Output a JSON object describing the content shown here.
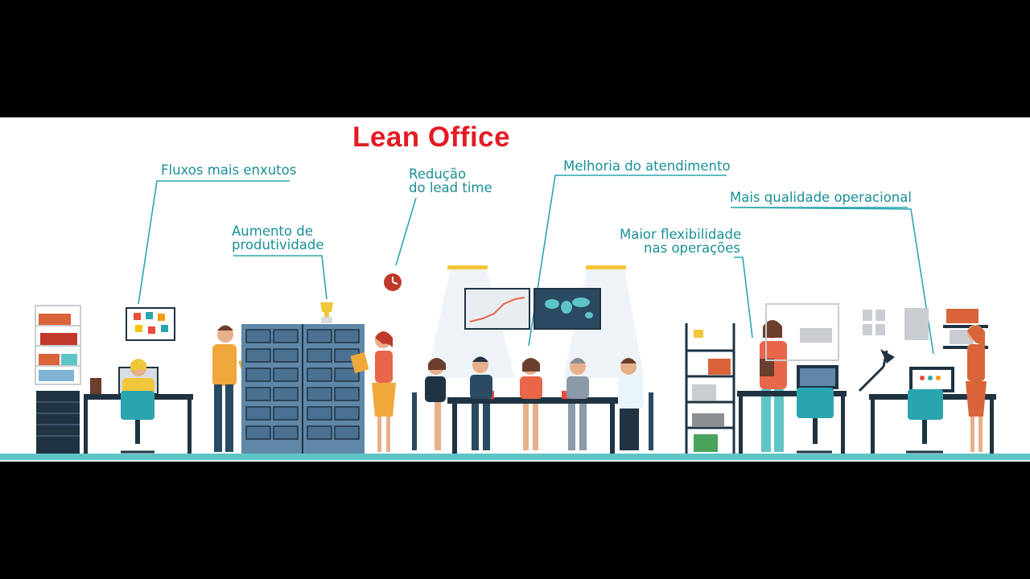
{
  "title": "Lean Office",
  "callouts": {
    "fluxos": "Fluxos mais enxutos",
    "reducao_line1": "Redução",
    "reducao_line2": "do lead time",
    "melhoria": "Melhoria do atendimento",
    "mais_qualidade": "Mais qualidade operacional",
    "aumento_line1": "Aumento de",
    "aumento_line2": "produtividade",
    "maior_line1": "Maior flexibilidade",
    "maior_line2": "nas operações"
  },
  "colors": {
    "title": "#e31b23",
    "callout_text": "#1a8f97",
    "floor": "#5fc4c8",
    "furniture": "#1f3342",
    "cabinet": "#5f87a8",
    "chair": "#2aa5b0"
  },
  "icons": [
    "clock-icon",
    "trophy-icon",
    "desk-lamp-icon",
    "world-map-icon",
    "line-chart-icon"
  ]
}
